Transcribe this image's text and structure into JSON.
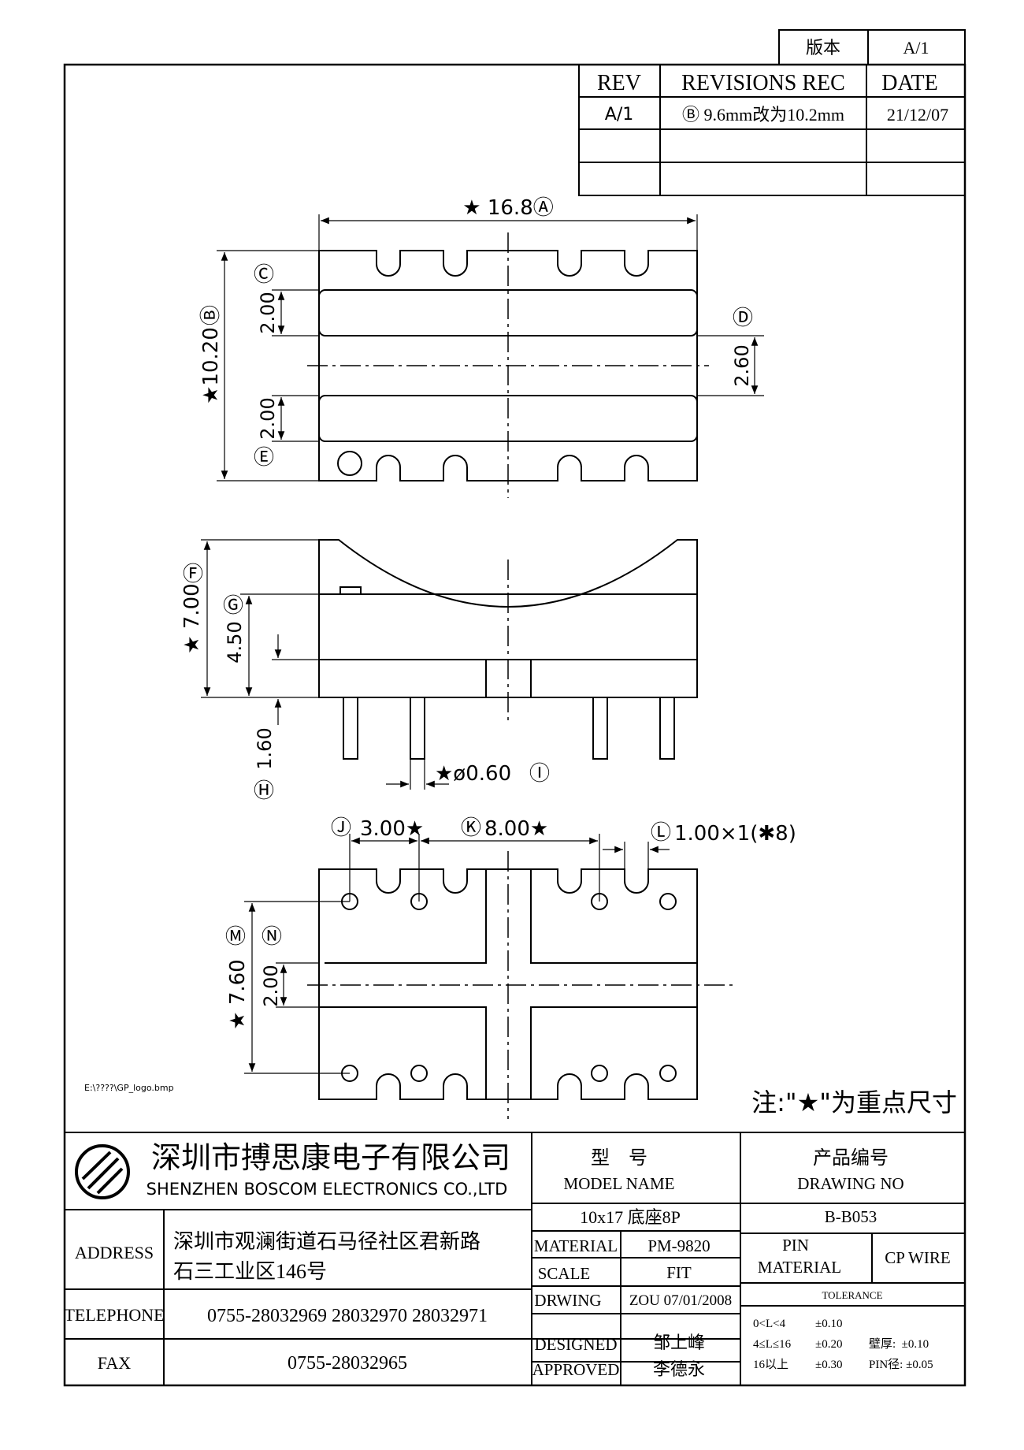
{
  "version_box": {
    "label": "版本",
    "value": "A/1"
  },
  "revisions": {
    "headers": {
      "rev": "REV",
      "rec": "REVISIONS REC",
      "date": "DATE"
    },
    "rows": [
      {
        "rev": "A/1",
        "rec": "Ⓑ 9.6mm改为10.2mm",
        "date": "21/12/07"
      }
    ]
  },
  "top_view": {
    "width": "★ 16.8Ⓐ",
    "height": "★10.20",
    "height_tag": "Ⓑ",
    "rail_top": "2.00",
    "rail_top_tag": "Ⓒ",
    "rail_bottom": "2.00",
    "rail_bottom_tag": "Ⓔ",
    "gap": "2.60",
    "gap_tag": "Ⓓ"
  },
  "side_view": {
    "height": "★ 7.00",
    "height_tag": "Ⓕ",
    "base": "4.50",
    "base_tag": "Ⓖ",
    "pin_len": "1.60",
    "pin_len_tag": "Ⓗ",
    "pin_dia": "★ø0.60",
    "pin_dia_tag": "Ⓘ"
  },
  "bottom_view": {
    "pitch_small": "3.00★",
    "pitch_small_tag": "Ⓙ",
    "pitch_large": "8.00★",
    "pitch_large_tag": "Ⓚ",
    "slot": "1.00×1(✱8)",
    "slot_tag": "Ⓛ",
    "span": "★ 7.60",
    "span_tag": "Ⓜ",
    "rib": "2.00",
    "rib_tag": "Ⓝ"
  },
  "logo_path": "E:\\????\\GP_logo.bmp",
  "note": "注:\"★\"为重点尺寸",
  "title_block": {
    "company_cn": "深圳市搏思康电子有限公司",
    "company_en": "SHENZHEN BOSCOM ELECTRONICS CO.,LTD",
    "address_label": "ADDRESS",
    "address_line1": "深圳市观澜街道石马径社区君新路",
    "address_line2": "石三工业区146号",
    "telephone_label": "TELEPHONE",
    "telephone": "0755-28032969 28032970 28032971",
    "fax_label": "FAX",
    "fax": "0755-28032965",
    "model_label_cn": "型    号",
    "model_label_en": "MODEL NAME",
    "model": "10x17 底座8P",
    "drawing_label_cn": "产品编号",
    "drawing_label_en": "DRAWING NO",
    "drawing_no": "B-B053",
    "material_label": "MATERIAL",
    "material": "PM-9820",
    "pin_material_label_1": "PIN",
    "pin_material_label_2": "MATERIAL",
    "pin_material": "CP WIRE",
    "scale_label": "SCALE",
    "scale": "FIT",
    "tolerance_label": "TOLERANCE",
    "drwing_label": "DRWING",
    "drwing": "ZOU 07/01/2008",
    "designed_label": "DESIGNED",
    "designed": "邹上峰",
    "approved_label": "APPROVED",
    "approved": "李德永",
    "tol_row1_range": "0<L<4",
    "tol_row1_value": "±0.10",
    "tol_row2_range": "4≤L≤16",
    "tol_row2_value": "±0.20",
    "tol_row2_extra": "壁厚:  ±0.10",
    "tol_row3_range": "16以上",
    "tol_row3_value": "±0.30",
    "tol_row3_extra": "PIN径: ±0.05"
  }
}
